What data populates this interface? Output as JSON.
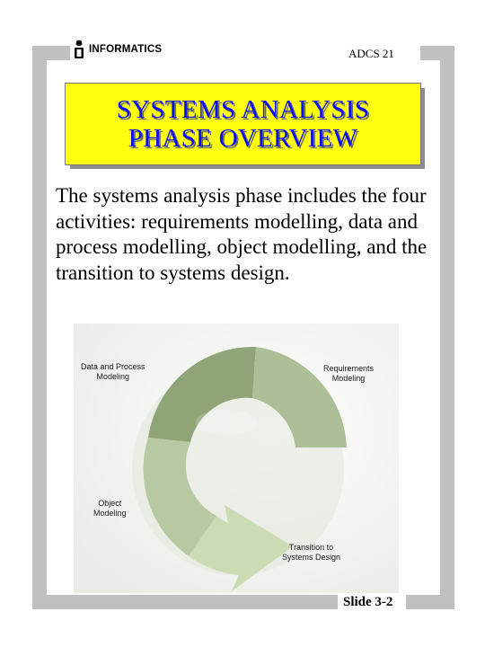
{
  "header": {
    "logo_text": "INFORMATICS",
    "course_code": "ADCS 21"
  },
  "title": {
    "line1": "SYSTEMS ANALYSIS",
    "line2": "PHASE OVERVIEW"
  },
  "body": {
    "text": "The systems analysis phase includes the four activities: requirements modelling, data and process modelling, object modelling, and the transition to systems design."
  },
  "diagram": {
    "labels": {
      "data_process": [
        "Data and Process",
        "Modeling"
      ],
      "requirements": [
        "Requirements",
        "Modeling"
      ],
      "object": [
        "Object",
        "Modeling"
      ],
      "transition": [
        "Transition to",
        "Systems Design"
      ]
    },
    "colors": {
      "top_segment": "#8fa477",
      "right_segment": "#adbf97",
      "left_segment": "#b6c9a0",
      "arrow_segment": "#cbdcb5"
    }
  },
  "footer": {
    "slide_number": "Slide 3-2"
  }
}
